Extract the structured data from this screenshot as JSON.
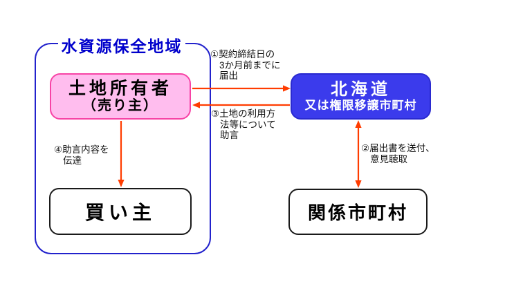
{
  "diagram": {
    "region": {
      "title": "水資源保全地域"
    },
    "nodes": {
      "landowner": {
        "name": "土地所有者",
        "role": "（売り主）"
      },
      "hokkaido": {
        "name": "北海道",
        "subtitle": "又は権限移譲市町村"
      },
      "buyer": {
        "label": "買い主"
      },
      "municipalities": {
        "label": "関係市町村"
      }
    },
    "steps": {
      "s1": {
        "lines": [
          "①契約締結日の",
          "3か月前までに",
          "届出"
        ]
      },
      "s2": {
        "lines": [
          "②届出書を送付、",
          "意見聴取"
        ]
      },
      "s3": {
        "lines": [
          "③土地の利用方",
          "法等について",
          "助言"
        ]
      },
      "s4": {
        "lines": [
          "④助言内容を",
          "伝達"
        ]
      }
    },
    "colors": {
      "region_border": "#2222cc",
      "title_text": "#0000cc",
      "landowner_fill": "#ffbdee",
      "landowner_border": "#f743a5",
      "hokkaido_fill": "#3b3bec",
      "hokkaido_border": "#2a2ad0",
      "hokkaido_text": "#ffffff",
      "arrow": "#ff3c00",
      "node_border": "#1a1a1a",
      "label_text": "#111111"
    }
  }
}
